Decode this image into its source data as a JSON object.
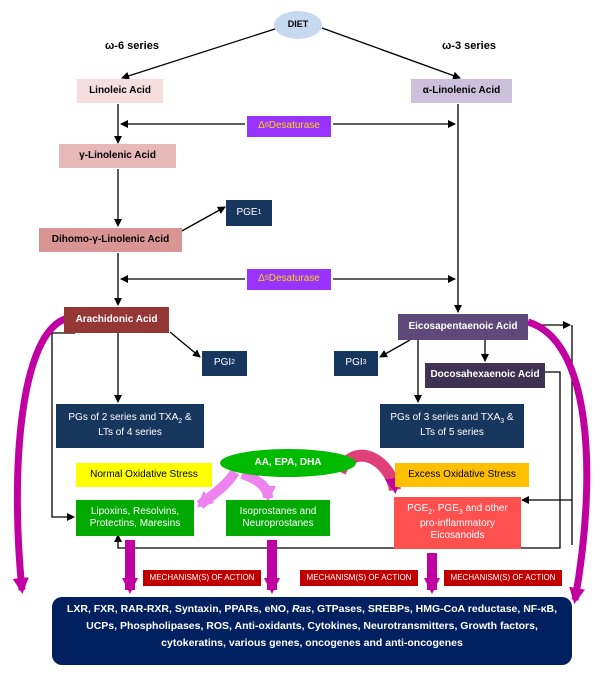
{
  "top": {
    "diet": "DIET"
  },
  "series": {
    "omega6": "ω-6 series",
    "omega3": "ω-3 series"
  },
  "left_chain": {
    "linoleic": "Linoleic Acid",
    "gamma_linolenic": "γ-Linolenic Acid",
    "dihomo": "Dihomo-γ-Linolenic Acid",
    "arachidonic": "Arachidonic Acid"
  },
  "right_chain": {
    "alpha_linolenic": "α-Linolenic Acid",
    "epa": "Eicosapentaenoic Acid",
    "dha": "Docosahexaenoic Acid"
  },
  "enzymes": {
    "d6": {
      "prefix": "Δ",
      "sup": "6",
      "text": "Desaturase"
    },
    "d5": {
      "prefix": "Δ",
      "sup": "5",
      "text": " Desaturase"
    }
  },
  "products": {
    "pge1": {
      "main": "PGE",
      "sub": "1"
    },
    "pgi2": {
      "main": "PGI",
      "sub": "2"
    },
    "pgi3": {
      "main": "PGI",
      "sub": "3"
    },
    "pg2": {
      "l1": "PGs of 2 series and TXA",
      "sub": "2",
      "l1b": " &",
      "l2": "LTs of 4 series"
    },
    "pg3": {
      "l1": "PGs of 3 series and TXA",
      "sub": "3",
      "l1b": " &",
      "l2": "LTs of 5 series"
    }
  },
  "stress": {
    "normal": "Normal Oxidative Stress",
    "excess": "Excess Oxidative Stress",
    "ellipse": "AA, EPA, DHA"
  },
  "outcomes": {
    "lipoxins": {
      "l1": "Lipoxins, Resolvins,",
      "l2": "Protectins, Maresins"
    },
    "isoprostanes": {
      "l1": "Isoprostanes and",
      "l2": "Neuroprostanes"
    },
    "pge": {
      "a": "PGE",
      "a_sub": "2",
      "b": ", PGE",
      "b_sub": "3",
      "c": " and other",
      "l2": "pro-inflammatory",
      "l3": "Eicosanoids"
    }
  },
  "mechanism": {
    "label1": "MECHANISM(S) OF ACTION",
    "label2": "MECHANISM(S) OF ACTION",
    "label3": "MECHANISM(S) OF ACTION"
  },
  "bottom": {
    "part1": "LXR, FXR, RAR-RXR, Syntaxin, PPARs, eNO, ",
    "ras": "Ras",
    "part2": ", GTPases, SREBPs, HMG-CoA reductase, NF-κB, UCPs, Phospholipases, ROS, Anti-oxidants, Cytokines, Neurotransmitters, Growth factors, cytokeratins, various genes, oncogenes and anti-oncogenes"
  },
  "colors": {
    "navy": "#17365d",
    "magenta": "#c000a0",
    "purple": "#9933ff",
    "green": "#00aa00",
    "yellow": "#ffff00",
    "orange": "#ffc000",
    "red": "#c00000",
    "pink_box": "#ff5050"
  }
}
